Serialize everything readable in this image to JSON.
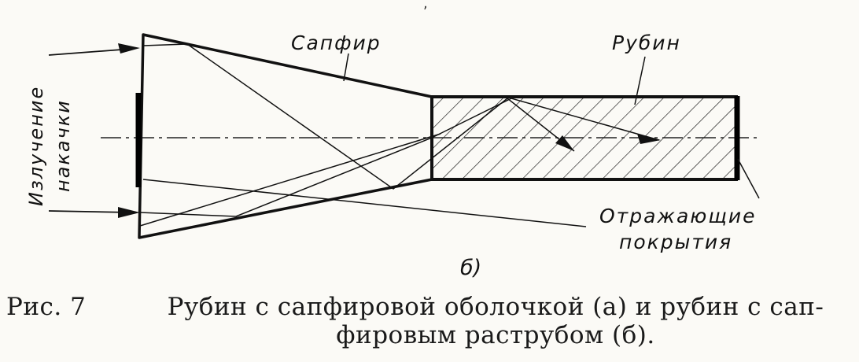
{
  "diagram": {
    "top_mark": ",",
    "labels": {
      "sapphire": "Сапфир",
      "ruby": "Рубин",
      "pump_line1": "Излучение",
      "pump_line2": "накачки",
      "coatings_line1": "Отражающие",
      "coatings_line2": "покрытия",
      "panel_letter": "б)"
    }
  },
  "caption": {
    "figure_number": "Рис. 7",
    "line1": "Рубин с сапфировой оболочкой (а) и рубин с сап-",
    "line2": "фировым раструбом (б)."
  }
}
